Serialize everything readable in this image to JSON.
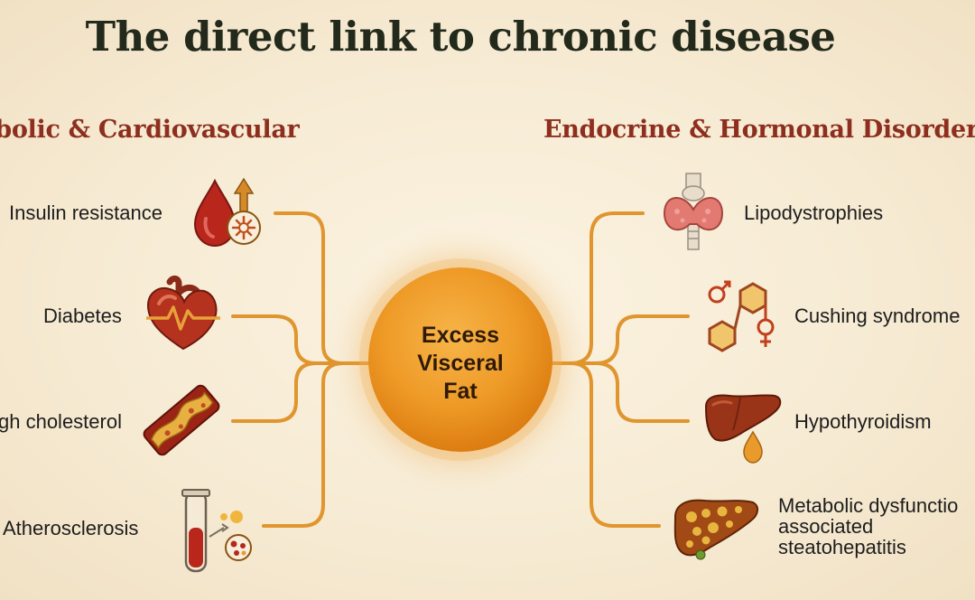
{
  "title": "The direct link to chronic disease",
  "left_category": "etabolic & Cardiovascular",
  "right_category": "Endocrine & Hormonal Disorders",
  "center": {
    "line1": "Excess",
    "line2": "Visceral",
    "line3": "Fat"
  },
  "left_items": [
    {
      "label": "Insulin resistance",
      "icon": "blood-drop-up-arrow-icon"
    },
    {
      "label": "Diabetes",
      "icon": "heart-pulse-icon"
    },
    {
      "label": "gh cholesterol",
      "icon": "clogged-artery-icon"
    },
    {
      "label": "Atherosclerosis",
      "icon": "test-tube-cells-icon"
    }
  ],
  "right_items": [
    {
      "label": "Lipodystrophies",
      "icon": "thyroid-icon"
    },
    {
      "label": "Cushing syndrome",
      "icon": "hormone-molecule-icon"
    },
    {
      "label": "Hypothyroidism",
      "icon": "liver-drop-icon"
    },
    {
      "label_lines": [
        "Metabolic dysfunctio",
        "associated",
        "steatohepatitis"
      ],
      "icon": "fatty-liver-icon"
    }
  ],
  "colors": {
    "accent": "#e0952e",
    "title": "#232a1c",
    "category": "#8e2e1e",
    "background": "#f6ead2"
  }
}
